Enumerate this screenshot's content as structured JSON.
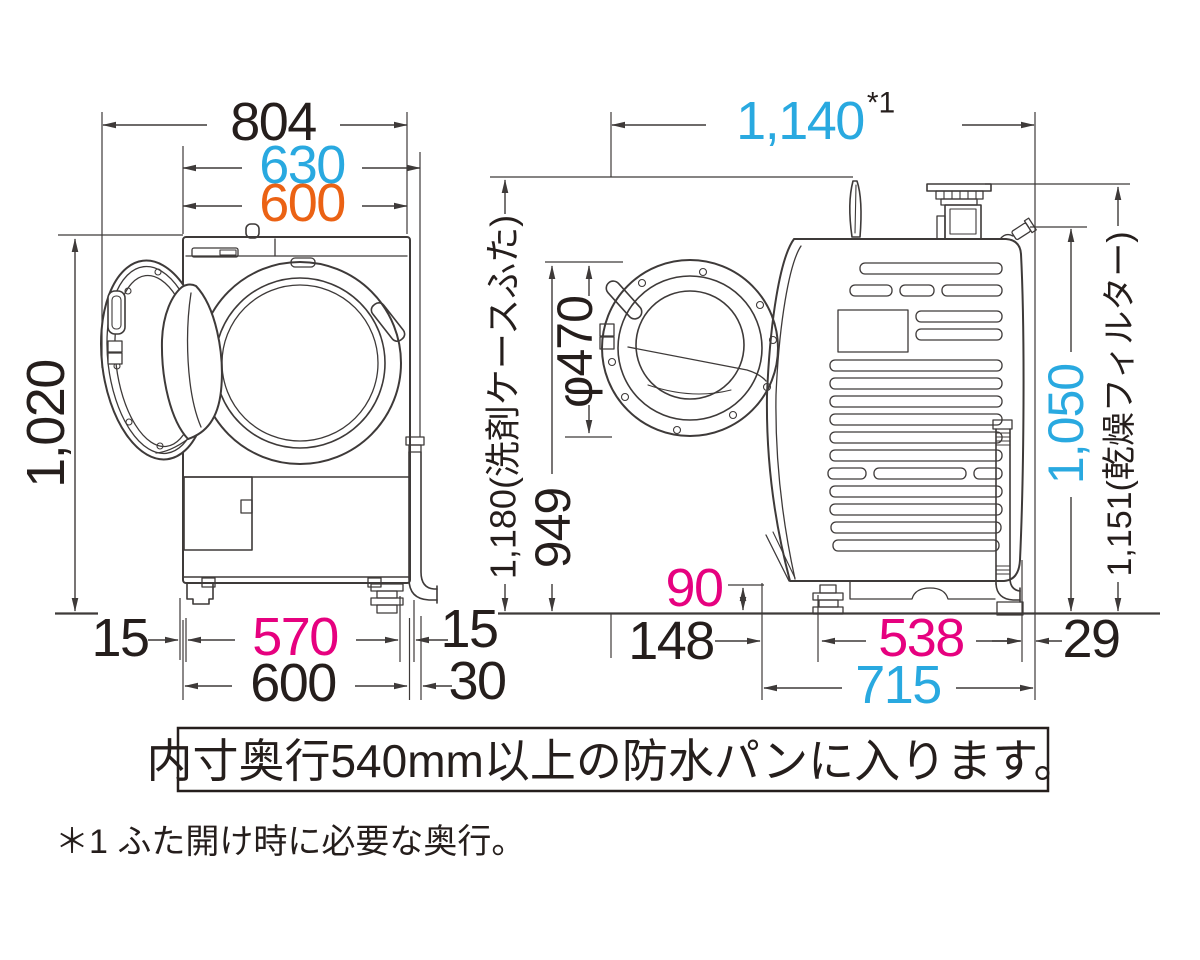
{
  "diagram": {
    "front_view": {
      "width_total": "804",
      "width_incl_hose": "630",
      "width_body": "600",
      "height_body": "1,020",
      "foot_inset_left": "15",
      "feet_span": "570",
      "foot_inset_right": "15",
      "width_body_bottom": "600",
      "hose_clearance": "30"
    },
    "side_view": {
      "depth_lid_open": "1,140",
      "footnote_ref": "*1",
      "height_detergent_lid_open": "1,180(洗剤ケースふた)",
      "height_door_top": "949",
      "door_diameter": "φ470",
      "ground_clearance": "90",
      "door_overhang": "148",
      "feet_span": "538",
      "rear_clearance": "29",
      "depth_body": "715",
      "height_body": "1,050",
      "height_dry_filter": "1,151(乾燥フィルター)"
    },
    "note_box": {
      "text": "内寸奥行540mm以上の防水パンに入ります。"
    },
    "footnote": {
      "text": "＊1 ふた開け時に必要な奥行。"
    },
    "colors": {
      "ink": "#251e1c",
      "line": "#3e3a39",
      "blue": "#29a9e0",
      "orange": "#eb6214",
      "pink": "#e6017f"
    }
  }
}
